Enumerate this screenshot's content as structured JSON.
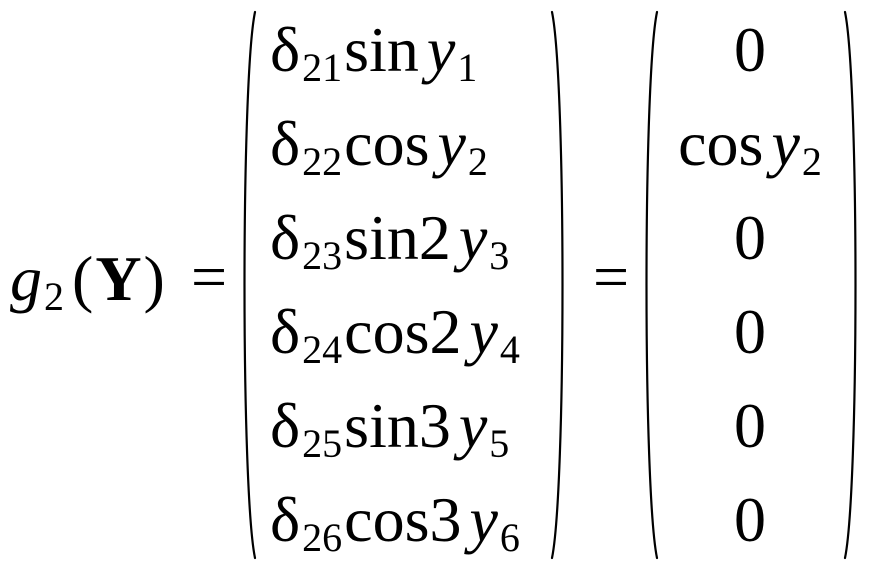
{
  "formula": {
    "lhs": {
      "func": "g",
      "func_sub": "2",
      "open": "(",
      "arg": "Y",
      "close": ")"
    },
    "equals": "=",
    "left_vector": [
      {
        "coef": "δ",
        "coef_sub": "21",
        "fn": "sin",
        "var": "y",
        "var_sub": "1"
      },
      {
        "coef": "δ",
        "coef_sub": "22",
        "fn": "cos",
        "var": "y",
        "var_sub": "2"
      },
      {
        "coef": "δ",
        "coef_sub": "23",
        "fn": "sin2",
        "var": "y",
        "var_sub": "3"
      },
      {
        "coef": "δ",
        "coef_sub": "24",
        "fn": "cos2",
        "var": "y",
        "var_sub": "4"
      },
      {
        "coef": "δ",
        "coef_sub": "25",
        "fn": "sin3",
        "var": "y",
        "var_sub": "5"
      },
      {
        "coef": "δ",
        "coef_sub": "26",
        "fn": "cos3",
        "var": "y",
        "var_sub": "6"
      }
    ],
    "right_vector": [
      {
        "text": "0"
      },
      {
        "text": "cos",
        "var": "y",
        "var_sub": "2"
      },
      {
        "text": "0"
      },
      {
        "text": "0"
      },
      {
        "text": "0"
      },
      {
        "text": "0"
      }
    ]
  }
}
